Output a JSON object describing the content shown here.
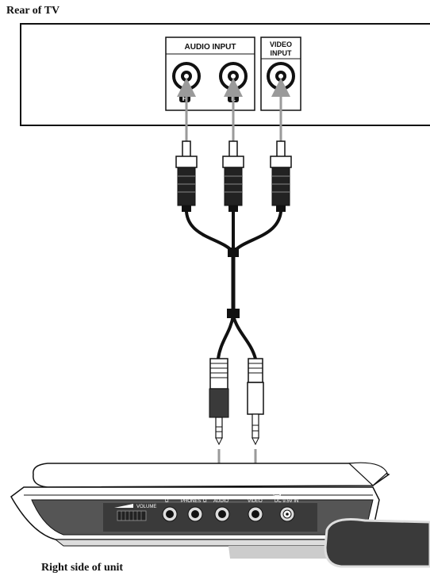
{
  "captions": {
    "top": "Rear of TV",
    "bottom": "Right side of unit"
  },
  "tv_panel": {
    "audio_input_label": "AUDIO INPUT",
    "video_input_label_line1": "VIDEO",
    "video_input_label_line2": "INPUT",
    "jack_r": "R",
    "jack_l": "L"
  },
  "unit_panel": {
    "volume_label": "VOLUME",
    "phones_label": "PHONES",
    "audio_label": "AUDIO",
    "video_label": "VIDEO",
    "dc_label": "DC 9.5V IN"
  },
  "colors": {
    "line": "#111111",
    "arrow": "#9a9a9a",
    "body_shade": "#3a3a3a"
  }
}
